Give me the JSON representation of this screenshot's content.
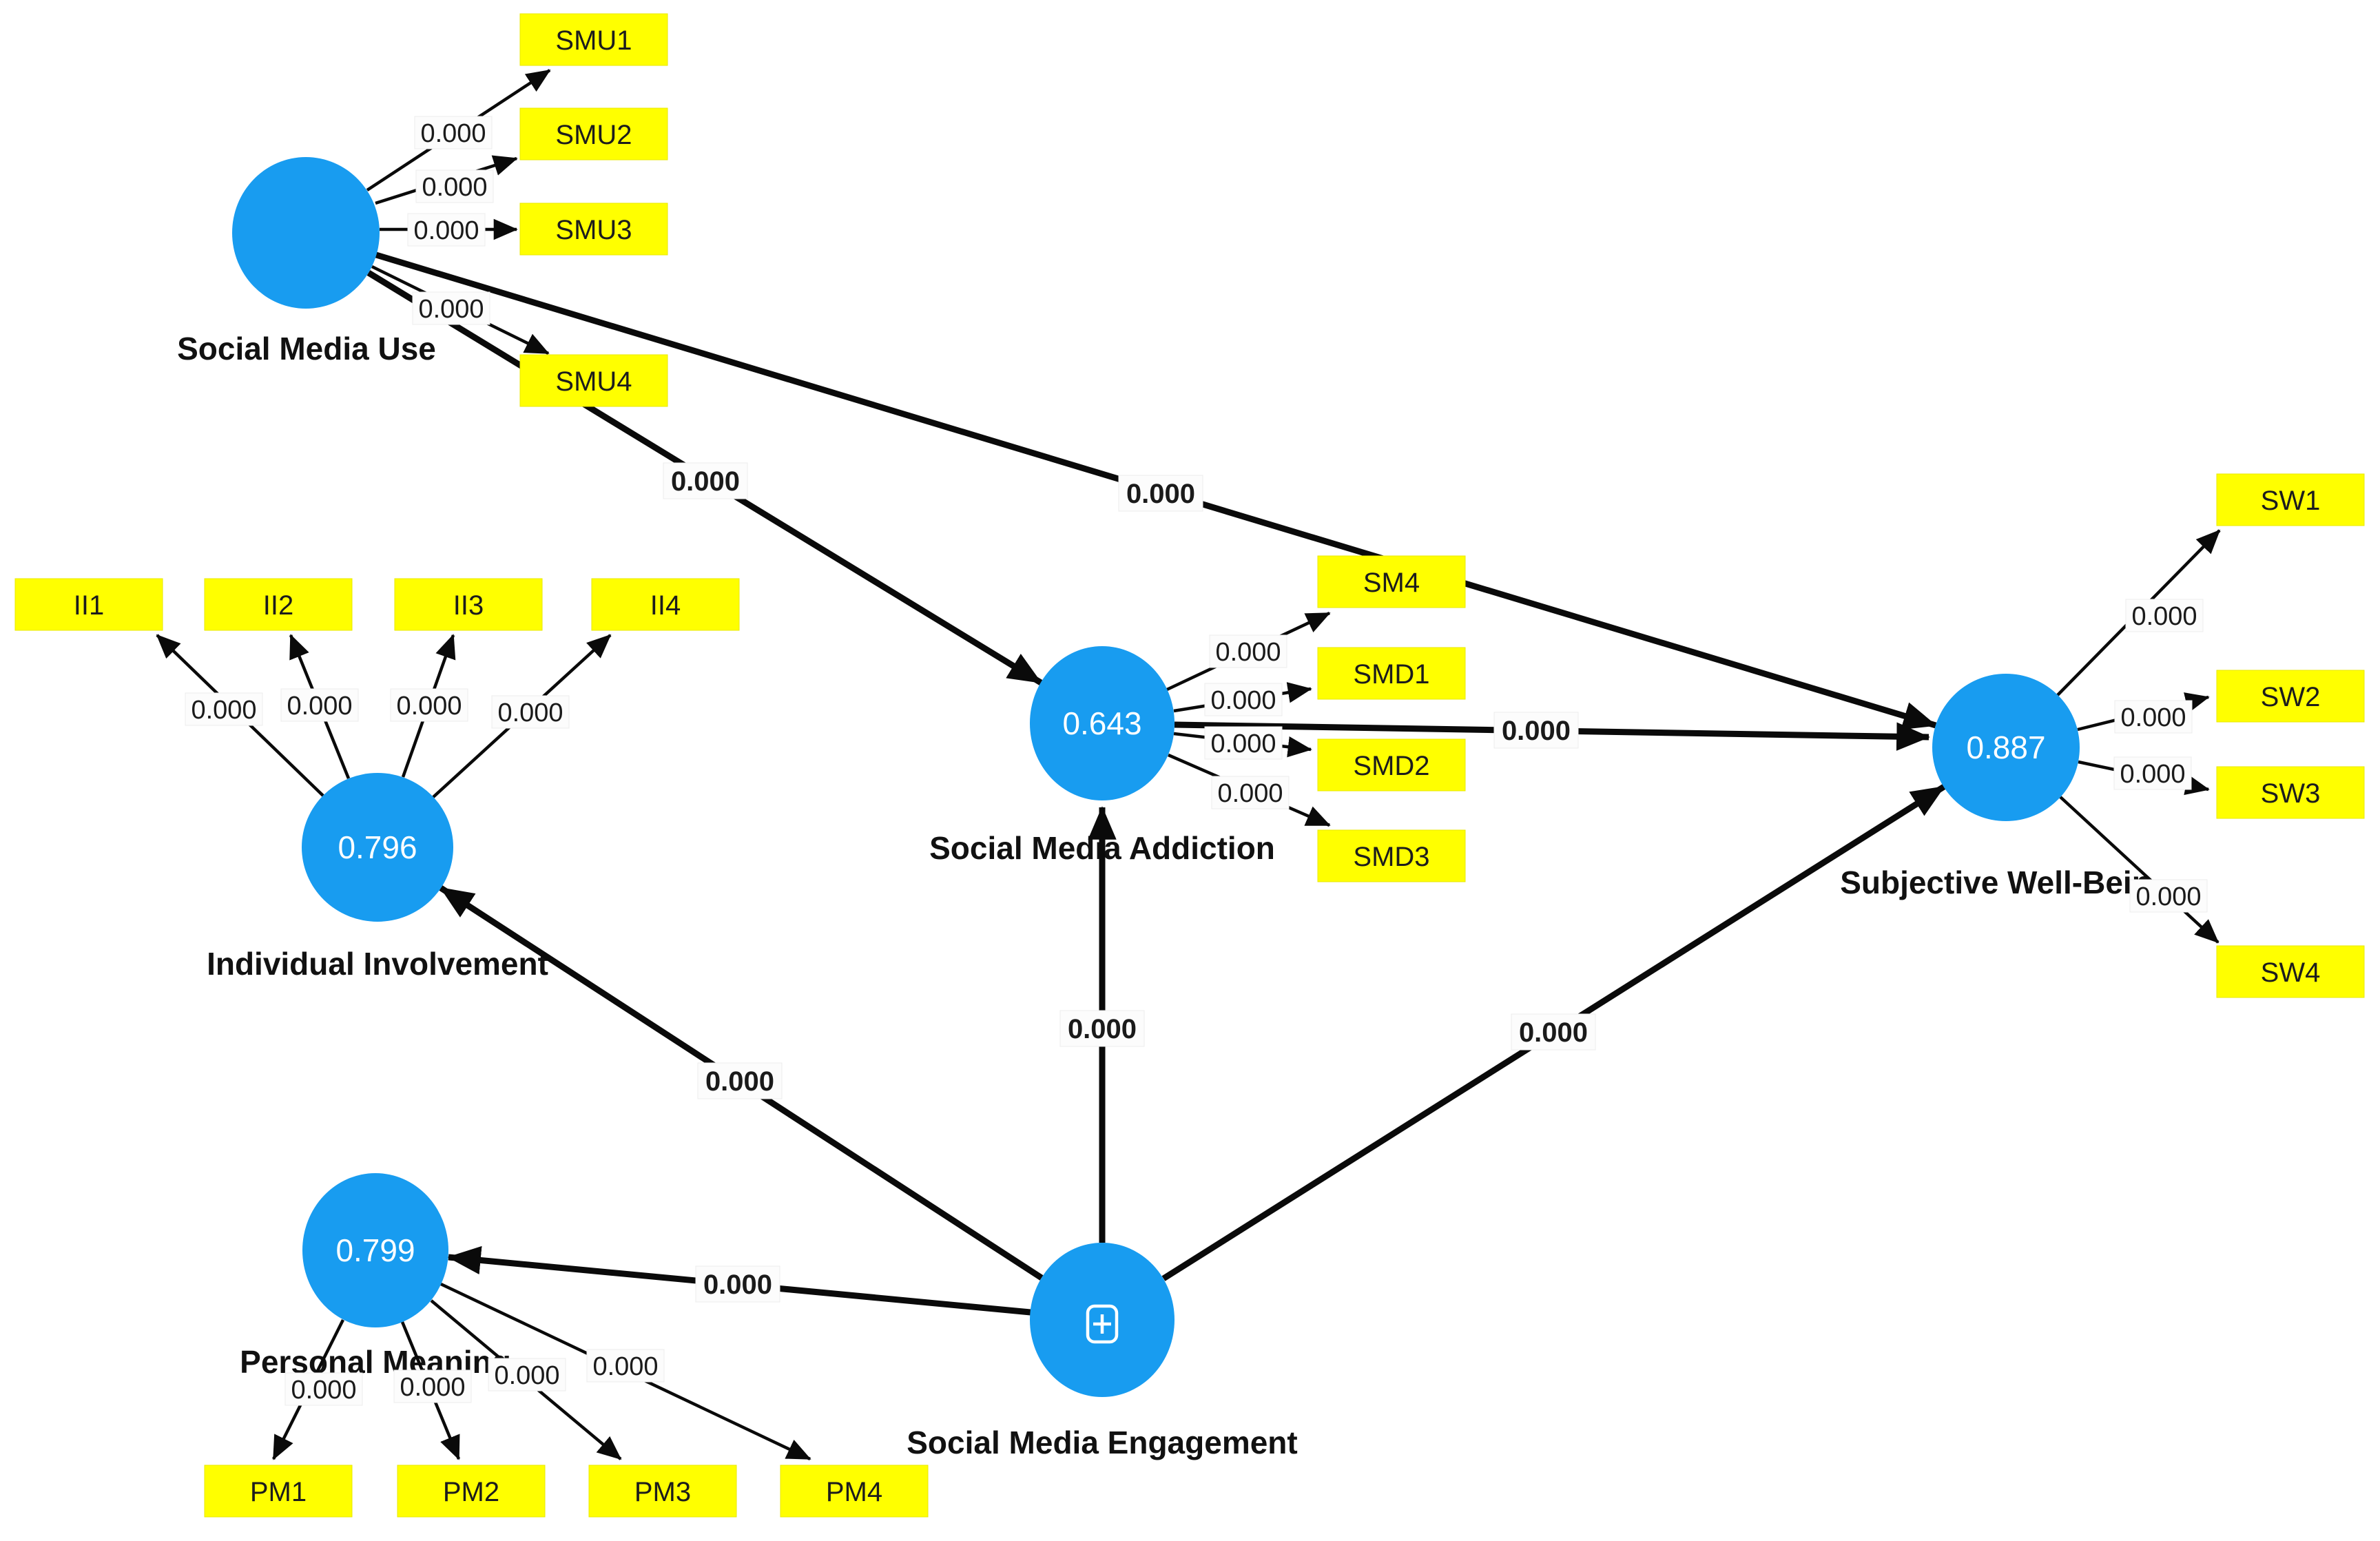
{
  "colors": {
    "construct_fill": "#189CF0",
    "indicator_fill": "#FFFF00",
    "line_color": "#0A0A0A",
    "construct_value_text": "#FFFFFF",
    "label_text": "#1A1A1A",
    "canvas_background": "#FFFFFF"
  },
  "constructs": {
    "social_media_use": {
      "label": "Social Media Use",
      "value": ""
    },
    "individual_involvement": {
      "label": "Individual Involvement",
      "value": "0.796"
    },
    "social_media_addiction": {
      "label": "Social Media Addiction",
      "value": "0.643"
    },
    "subjective_well_being": {
      "label": "Subjective Well-Bein",
      "value": "0.887"
    },
    "personal_meaning": {
      "label": "Personal Meaning",
      "value": "0.799"
    },
    "social_media_engagement": {
      "label": "Social Media Engagement",
      "icon": "plus-icon"
    }
  },
  "indicators": {
    "smu1": "SMU1",
    "smu2": "SMU2",
    "smu3": "SMU3",
    "smu4": "SMU4",
    "ii1": "II1",
    "ii2": "II2",
    "ii3": "II3",
    "ii4": "II4",
    "sm4": "SM4",
    "smd1": "SMD1",
    "smd2": "SMD2",
    "smd3": "SMD3",
    "sw1": "SW1",
    "sw2": "SW2",
    "sw3": "SW3",
    "sw4": "SW4",
    "pm1": "PM1",
    "pm2": "PM2",
    "pm3": "PM3",
    "pm4": "PM4"
  },
  "paths": {
    "structural": {
      "smu_to_sma": "0.000",
      "smu_to_swb": "0.000",
      "sma_to_swb": "0.000",
      "sme_to_sma": "0.000",
      "sme_to_swb": "0.000",
      "sme_to_ii": "0.000",
      "sme_to_pm": "0.000"
    },
    "measurement": {
      "smu_smu1": "0.000",
      "smu_smu2": "0.000",
      "smu_smu3": "0.000",
      "smu_smu4": "0.000",
      "ii_ii1": "0.000",
      "ii_ii2": "0.000",
      "ii_ii3": "0.000",
      "ii_ii4": "0.000",
      "sma_sm4": "0.000",
      "sma_smd1": "0.000",
      "sma_smd2": "0.000",
      "sma_smd3": "0.000",
      "swb_sw1": "0.000",
      "swb_sw2": "0.000",
      "swb_sw3": "0.000",
      "swb_sw4": "0.000",
      "pm_pm1": "0.000",
      "pm_pm2": "0.000",
      "pm_pm3": "0.000",
      "pm_pm4": "0.000"
    }
  }
}
